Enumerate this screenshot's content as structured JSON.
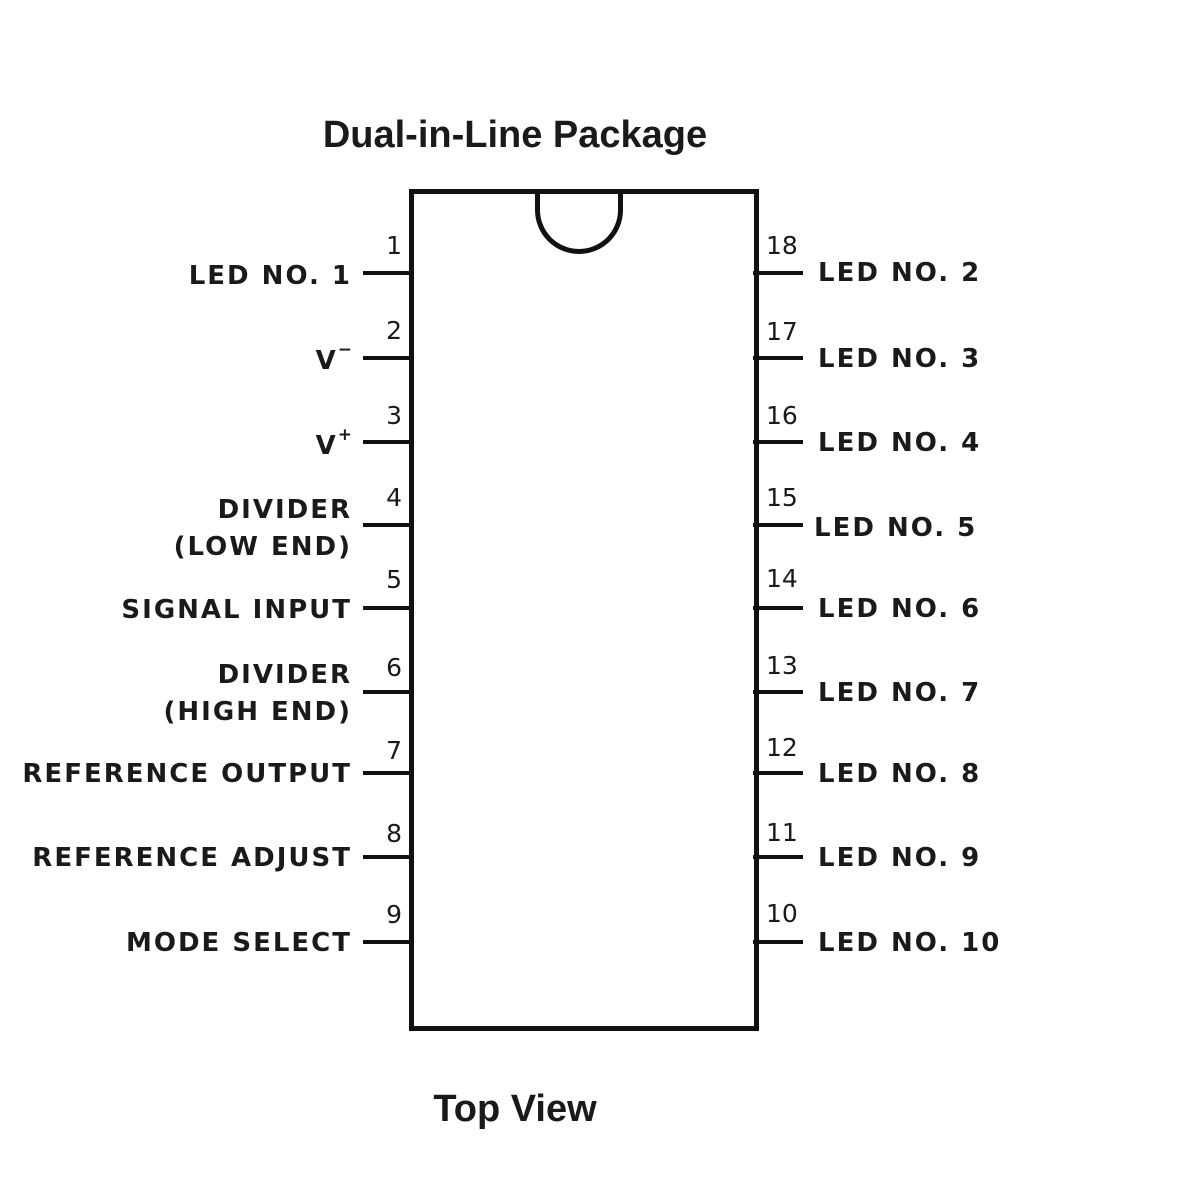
{
  "title": "Dual-in-Line Package",
  "footer": "Top View",
  "left_pins": [
    {
      "number": "1",
      "label": "LED NO. 1",
      "label2": ""
    },
    {
      "number": "2",
      "label": "V",
      "sup": "−",
      "label2": ""
    },
    {
      "number": "3",
      "label": "V",
      "sup": "+",
      "label2": ""
    },
    {
      "number": "4",
      "label": "DIVIDER",
      "label2": "(LOW END)"
    },
    {
      "number": "5",
      "label": "SIGNAL INPUT",
      "label2": ""
    },
    {
      "number": "6",
      "label": "DIVIDER",
      "label2": "(HIGH END)"
    },
    {
      "number": "7",
      "label": "REFERENCE OUTPUT",
      "label2": ""
    },
    {
      "number": "8",
      "label": "REFERENCE ADJUST",
      "label2": ""
    },
    {
      "number": "9",
      "label": "MODE SELECT",
      "label2": ""
    }
  ],
  "right_pins": [
    {
      "number": "18",
      "label": "LED NO. 2"
    },
    {
      "number": "17",
      "label": "LED NO. 3"
    },
    {
      "number": "16",
      "label": "LED NO. 4"
    },
    {
      "number": "15",
      "label": "LED NO. 5"
    },
    {
      "number": "14",
      "label": "LED NO. 6"
    },
    {
      "number": "13",
      "label": "LED NO. 7"
    },
    {
      "number": "12",
      "label": "LED NO. 8"
    },
    {
      "number": "11",
      "label": "LED NO. 9"
    },
    {
      "number": "10",
      "label": "LED NO. 10"
    }
  ]
}
